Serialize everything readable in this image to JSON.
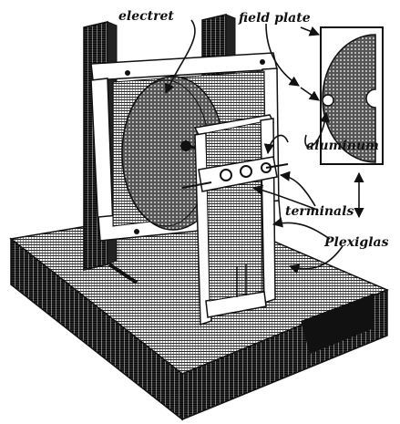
{
  "labels": {
    "electret": "electret",
    "field_plate": "field plate",
    "aluminum": "aluminum",
    "terminals": "terminals",
    "plexiglas": "Plexiglas"
  }
}
